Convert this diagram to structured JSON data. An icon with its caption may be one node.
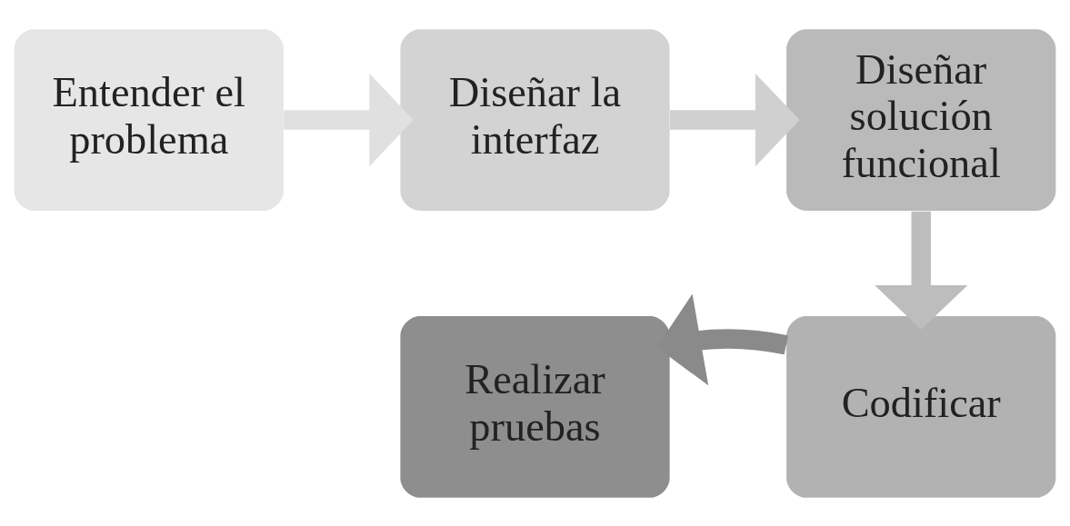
{
  "diagram": {
    "nodes": [
      {
        "text": [
          "Entender el problema"
        ]
      },
      {
        "text": [
          "Diseñar la interfaz"
        ]
      },
      {
        "text": [
          "Diseñar solución funcional"
        ]
      },
      {
        "text": [
          "Codificar"
        ]
      },
      {
        "text": [
          "Realizar pruebas"
        ]
      }
    ],
    "edges": [
      {
        "from": 0,
        "to": 1,
        "arrow": "to",
        "color": "#e0e0e0"
      },
      {
        "from": 1,
        "to": 2,
        "arrow": "to",
        "color": "#d0d0d0"
      },
      {
        "from": 2,
        "to": 3,
        "arrow": "to",
        "color": "#bdbdbd"
      },
      {
        "from": 3,
        "to": 4,
        "arrow": "to",
        "color": "#8a8a8a"
      }
    ]
  }
}
